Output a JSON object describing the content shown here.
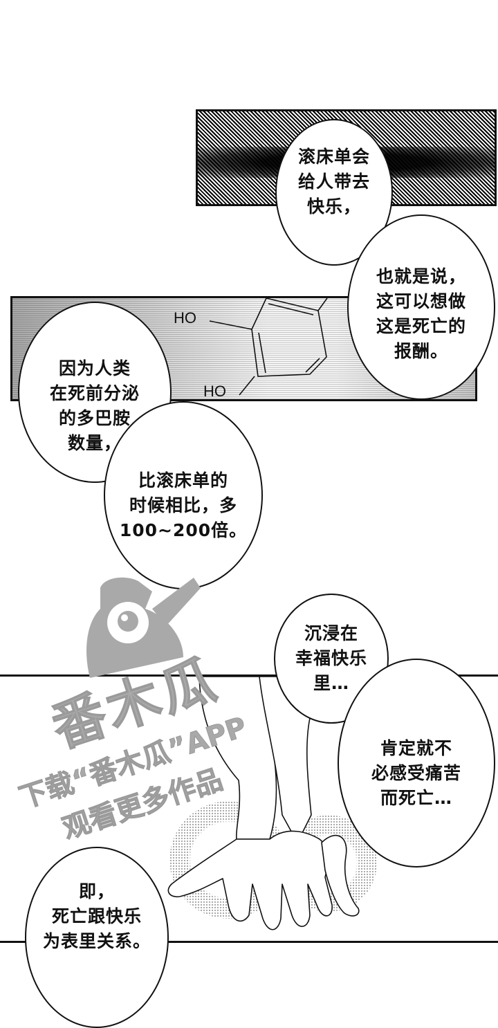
{
  "page": {
    "background": "#ffffff",
    "ink": "#111111"
  },
  "panels": {
    "top_speedlines": {
      "description": "speed-line dark panel"
    },
    "dopamine_formula": {
      "labels": [
        "HO",
        "HO"
      ]
    },
    "hands": {
      "description": "two hands clasped, fingers interlaced, with dotted halo tones"
    }
  },
  "bubbles": [
    {
      "id": "b1",
      "text": "滚床单会\n给人带去\n快乐，"
    },
    {
      "id": "b2",
      "text": "也就是说，\n这可以想做\n这是死亡的\n报酬。"
    },
    {
      "id": "b3",
      "text": "因为人类\n在死前分泌\n的多巴胺\n数量，"
    },
    {
      "id": "b4",
      "text": "比滚床单的\n时候相比，多\n100~200倍。"
    },
    {
      "id": "b5",
      "text": "沉浸在\n幸福快乐\n里…"
    },
    {
      "id": "b6",
      "text": "肯定就不\n必感受痛苦\n而死亡…"
    },
    {
      "id": "b7",
      "text": "即，\n死亡跟快乐\n为表里关系。"
    }
  ],
  "watermark": {
    "logo_text": "番木瓜",
    "line1": "下载“番木瓜”APP",
    "line2": "观看更多作品",
    "color": "#a9a9a9"
  }
}
